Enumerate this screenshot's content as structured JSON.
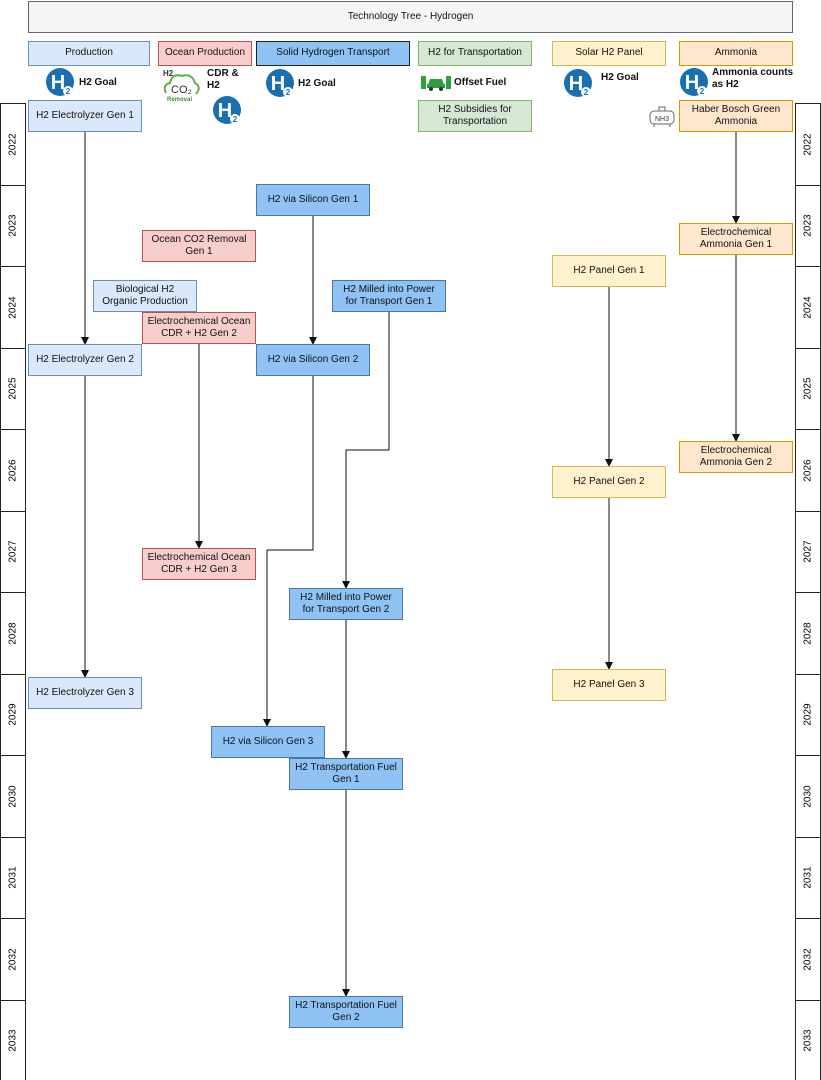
{
  "title": "Technology Tree - Hydrogen",
  "years": [
    "2022",
    "2023",
    "2024",
    "2025",
    "2026",
    "2027",
    "2028",
    "2029",
    "2030",
    "2031",
    "2032",
    "2033"
  ],
  "lanes": [
    {
      "label": "Production",
      "icon": "h2-icon",
      "note": "H2 Goal"
    },
    {
      "label": "Ocean Production",
      "icon": "co2-removal-icon",
      "note": "CDR & H2",
      "icon_text": "H2 CO2 Removal"
    },
    {
      "label": "Solid Hydrogen Transport",
      "icon": "h2-icon",
      "note": "H2 Goal"
    },
    {
      "label": "H2 for Transportation",
      "icon": "car-icon",
      "note": "Offset Fuel"
    },
    {
      "label": "Solar H2 Panel",
      "icon": "h2-icon",
      "note": "H2 Goal"
    },
    {
      "label": "Ammonia",
      "icon": "h2-icon",
      "note": "Ammonia counts as H2"
    }
  ],
  "nodes": [
    "H2 Electrolyzer Gen 1",
    "H2 Subsidies for Transportation",
    "Haber Bosch Green Ammonia",
    "H2 via Silicon Gen 1",
    "Ocean CO2 Removal Gen 1",
    "Electrochemical Ammonia Gen 1",
    "H2 Panel Gen 1",
    "Biological H2 Organic Production",
    "H2 Milled into Power for Transport Gen 1",
    "Electrochemical Ocean CDR + H2 Gen 2",
    "H2 Electrolyzer Gen 2",
    "H2 via Silicon Gen 2",
    "Electrochemical Ammonia Gen 2",
    "H2 Panel Gen 2",
    "Electrochemical Ocean CDR + H2 Gen 3",
    "H2 Milled into Power for Transport Gen 2",
    "H2 Panel Gen 3",
    "H2 Electrolyzer Gen 3",
    "H2 via Silicon Gen 3",
    "H2 Transportation Fuel Gen 1",
    "H2 Transportation Fuel Gen 2"
  ],
  "nh3_icon_text": "NH3",
  "h2_icon_text": "H",
  "h2_icon_sub": "2",
  "colors": {
    "h2_icon": "#1a6fb0",
    "wire": "#111111"
  }
}
